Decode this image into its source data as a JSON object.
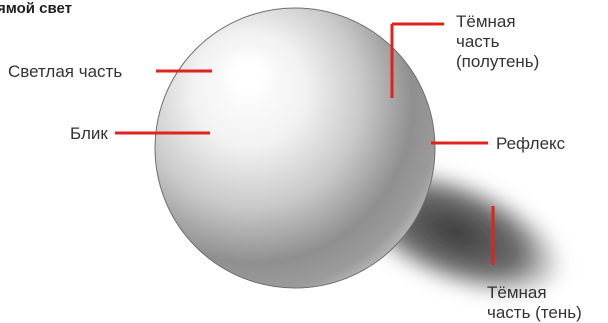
{
  "diagram": {
    "title": "рямой свет",
    "labels": {
      "light_part": "Светлая часть",
      "highlight": "Блик",
      "dark_part": [
        "Тёмная",
        "часть",
        "(полутень)"
      ],
      "reflex": "Рефлекс",
      "shadow": [
        "Тёмная",
        "часть (тень)"
      ]
    },
    "colors": {
      "leader_line": "#e0231e",
      "text": "#333333",
      "sphere_light": "#ffffff",
      "sphere_dark": "#8a8a8a",
      "cast_shadow": "#4a4a4a"
    }
  }
}
